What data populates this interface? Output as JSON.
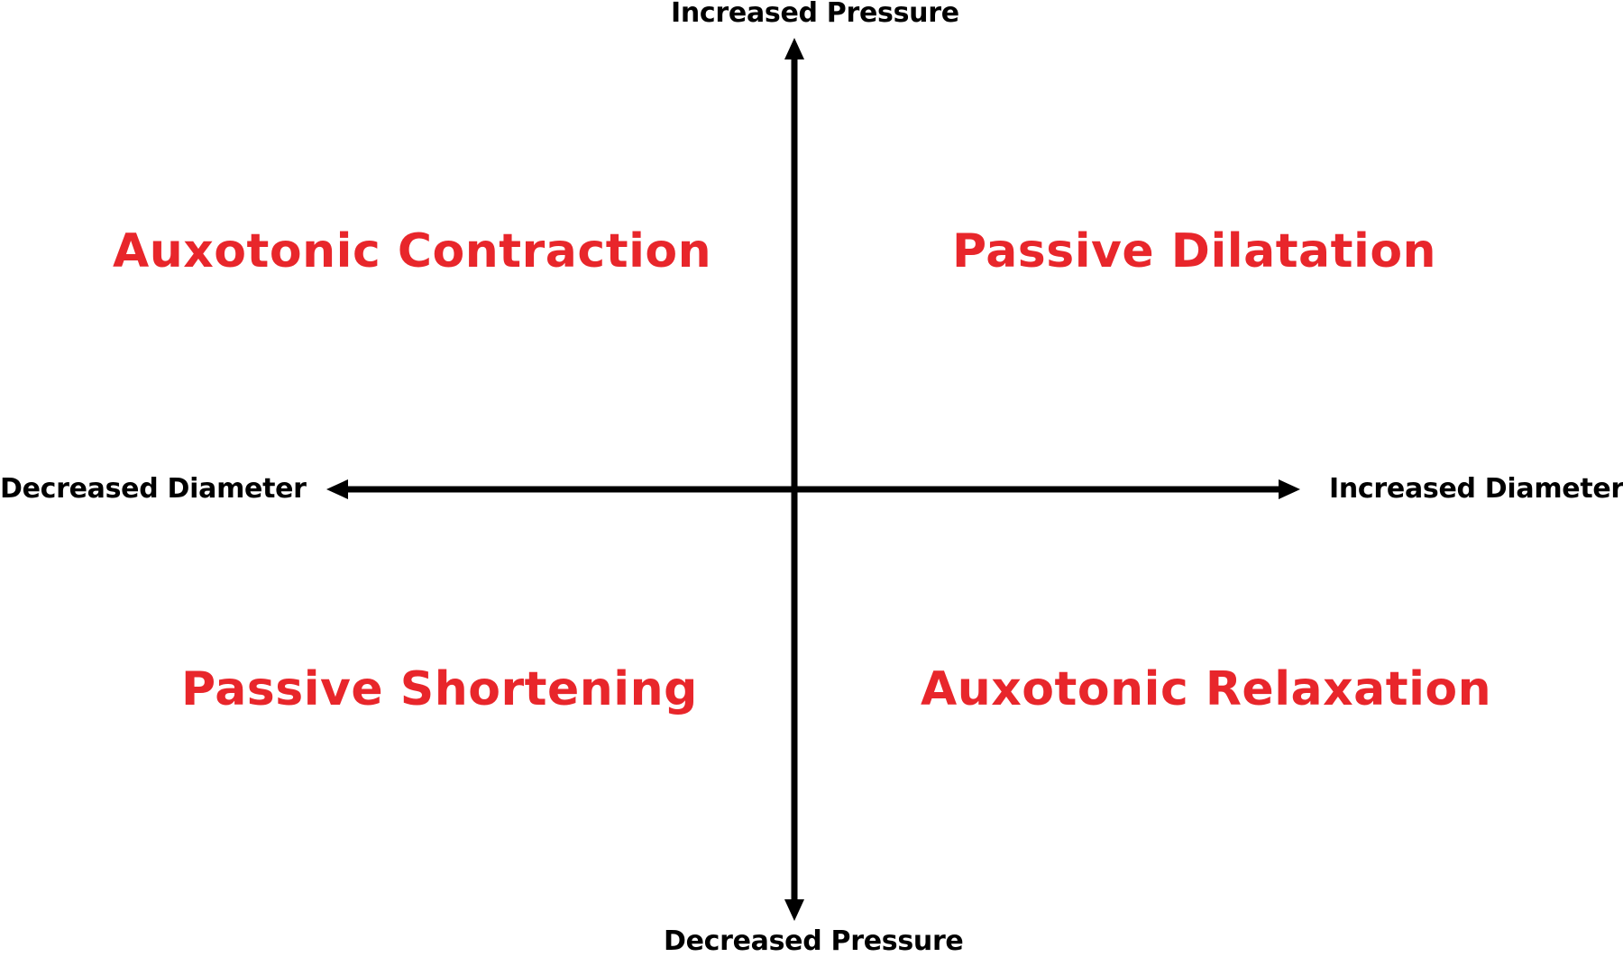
{
  "axes": {
    "top": "Increased Pressure",
    "bottom": "Decreased Pressure",
    "left": "Decreased Diameter",
    "right": "Increased Diameter"
  },
  "quadrants": {
    "top_left": "Auxotonic Contraction",
    "top_right": "Passive Dilatation",
    "bottom_left": "Passive Shortening",
    "bottom_right": "Auxotonic Relaxation"
  },
  "colors": {
    "quadrant_text": "#e8262b",
    "axis": "#000000"
  }
}
